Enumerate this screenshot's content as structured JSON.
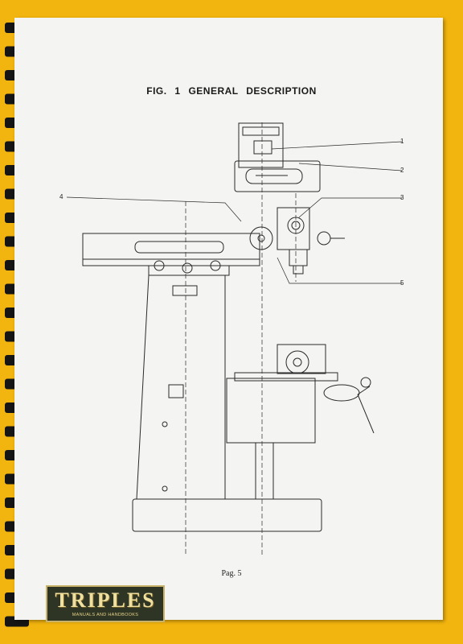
{
  "figure": {
    "title": "FIG. 1    GENERAL DESCRIPTION",
    "callouts": [
      "1",
      "2",
      "3",
      "4",
      "5"
    ]
  },
  "page": {
    "number": "Pag. 5"
  },
  "logo": {
    "main": "TRIPLES",
    "sub": "MANUALS AND HANDBOOKS"
  },
  "colors": {
    "background": "#f2b40e",
    "paper": "#f4f4f2",
    "ink": "#222222"
  }
}
